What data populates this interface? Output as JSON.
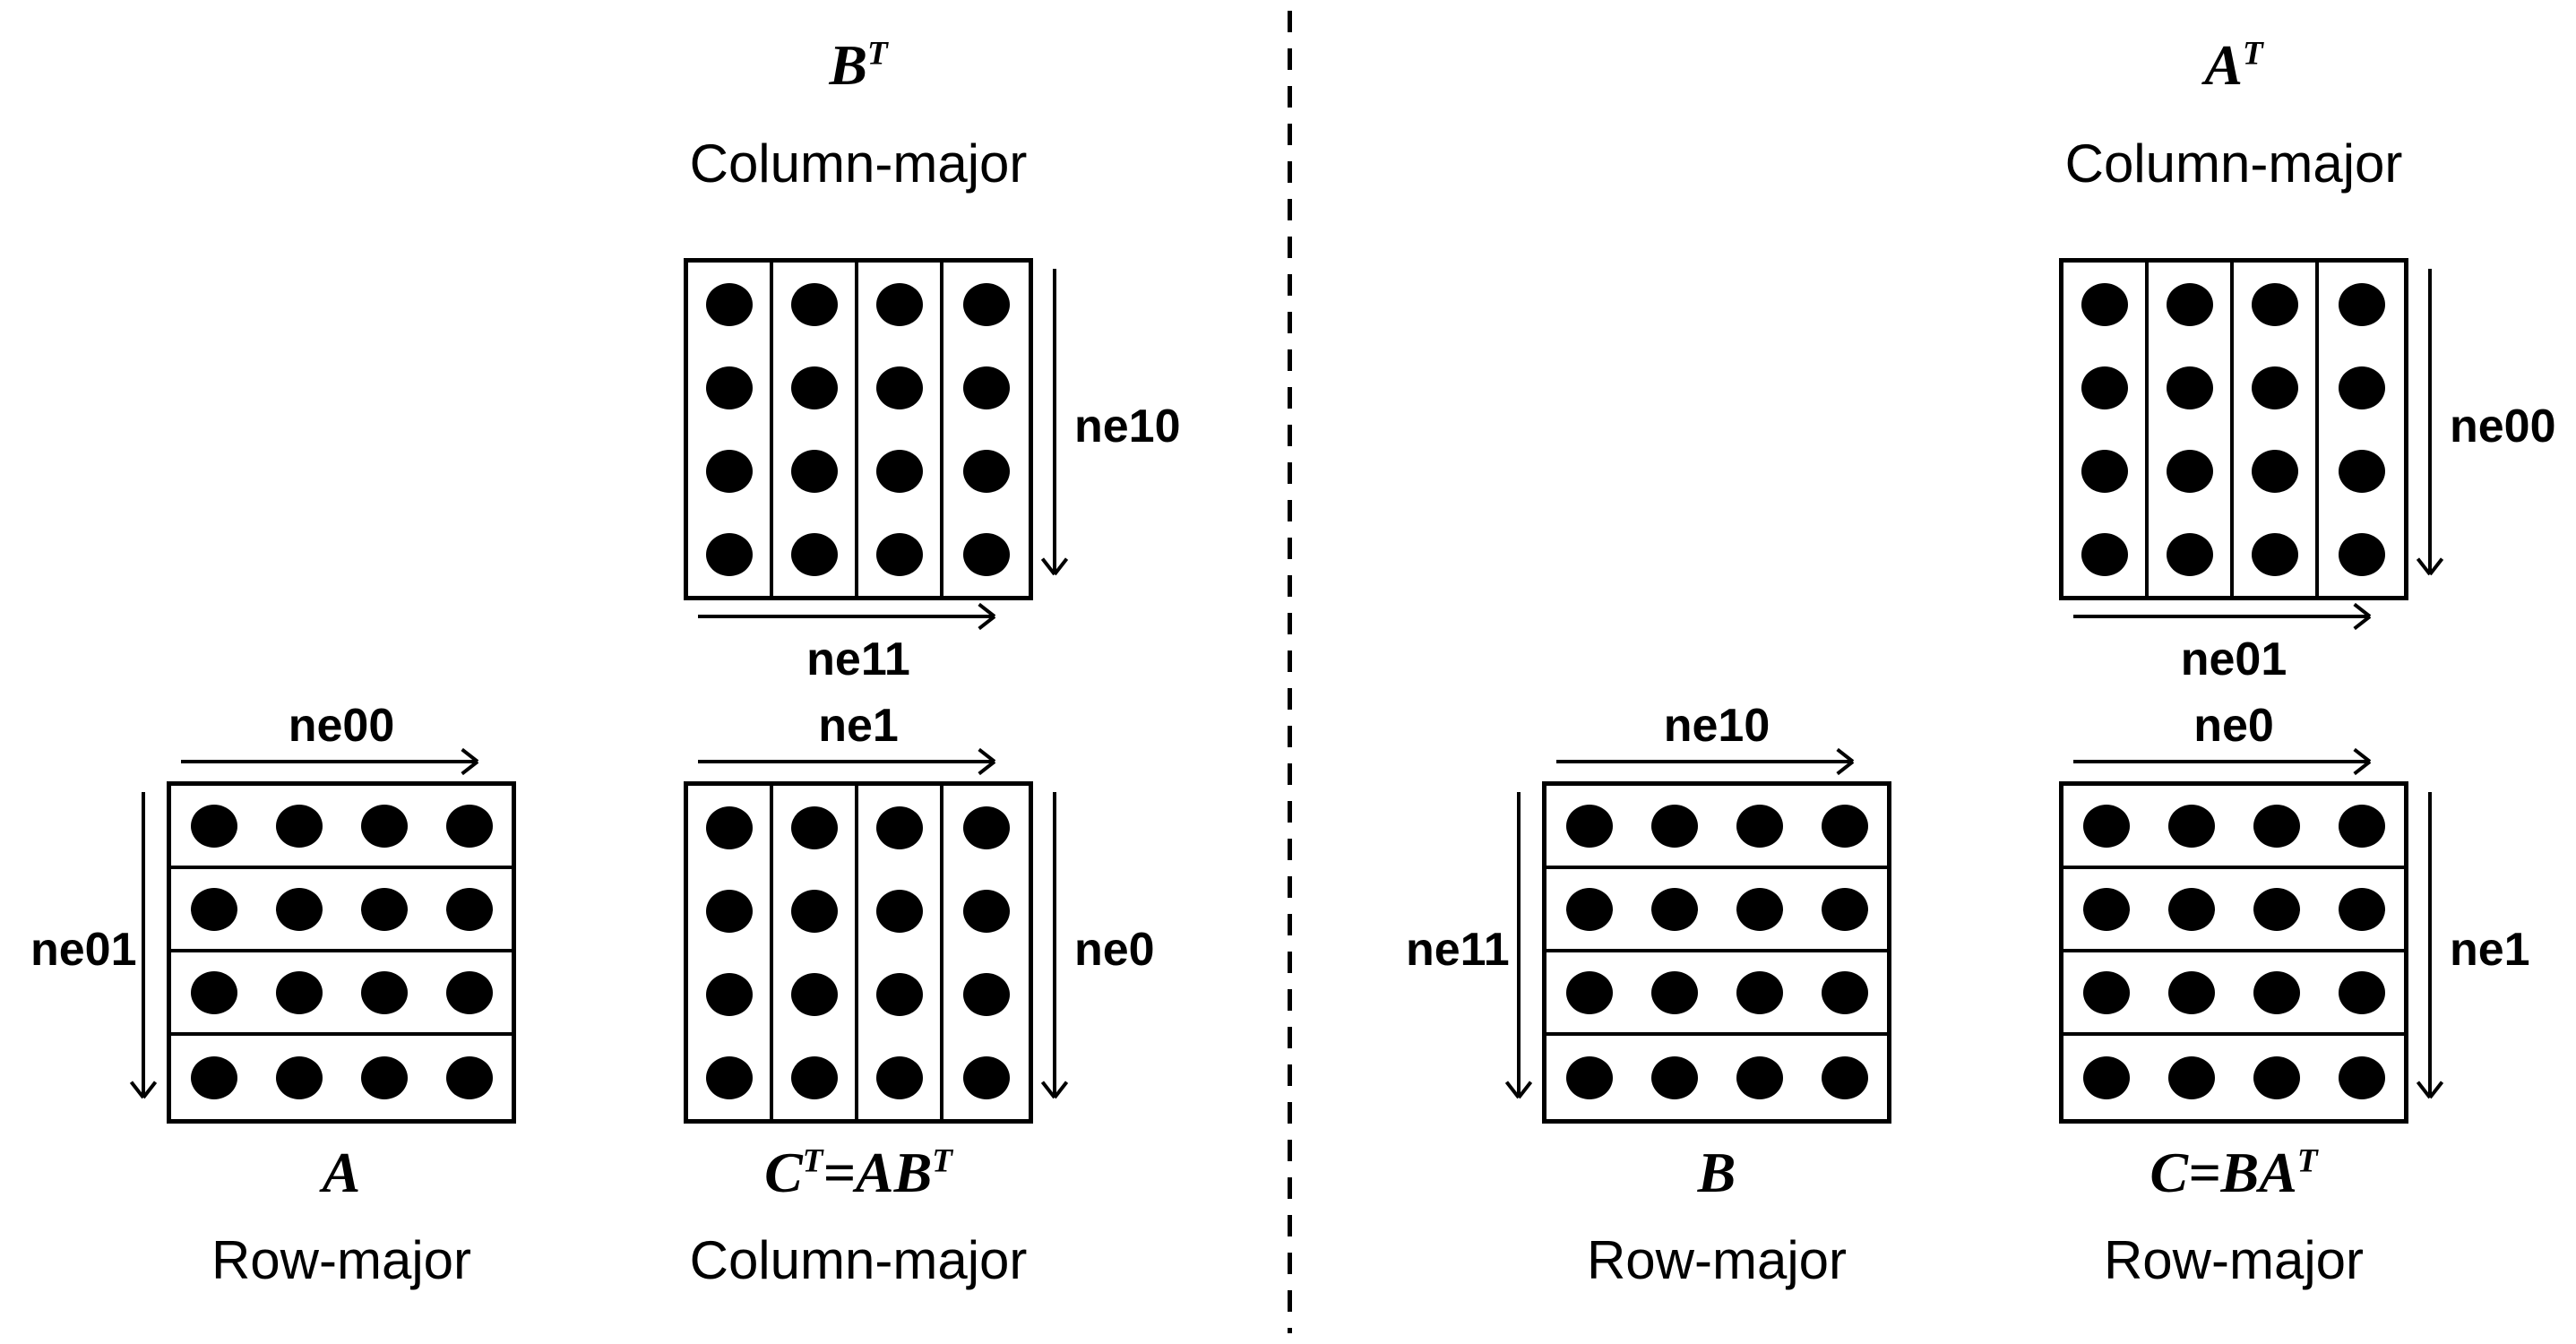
{
  "colors": {
    "ink": "#000000",
    "background": "#ffffff"
  },
  "left_panel": {
    "b_transpose": {
      "title": {
        "p1": "B",
        "sup1": "T"
      },
      "layout": "Column-major",
      "grid": "4x4",
      "right_arrow_label": "ne10",
      "bottom_arrow_label": "ne11"
    },
    "a": {
      "top_arrow_label": "ne00",
      "left_arrow_label": "ne01",
      "grid": "4x4",
      "title": {
        "p1": "A"
      },
      "layout": "Row-major"
    },
    "c_transpose": {
      "top_arrow_label": "ne1",
      "right_arrow_label": "ne0",
      "grid": "4x4",
      "title": {
        "p1": "C",
        "sup1": "T",
        "p2": "=AB",
        "sup2": "T"
      },
      "layout": "Column-major"
    }
  },
  "right_panel": {
    "a_transpose": {
      "title": {
        "p1": "A",
        "sup1": "T"
      },
      "layout": "Column-major",
      "grid": "4x4",
      "right_arrow_label": "ne00",
      "bottom_arrow_label": "ne01"
    },
    "b": {
      "top_arrow_label": "ne10",
      "left_arrow_label": "ne11",
      "grid": "4x4",
      "title": {
        "p1": "B"
      },
      "layout": "Row-major"
    },
    "c": {
      "top_arrow_label": "ne0",
      "right_arrow_label": "ne1",
      "grid": "4x4",
      "title": {
        "p1": "C",
        "p2": "=BA",
        "sup2": "T"
      },
      "layout": "Row-major"
    }
  }
}
